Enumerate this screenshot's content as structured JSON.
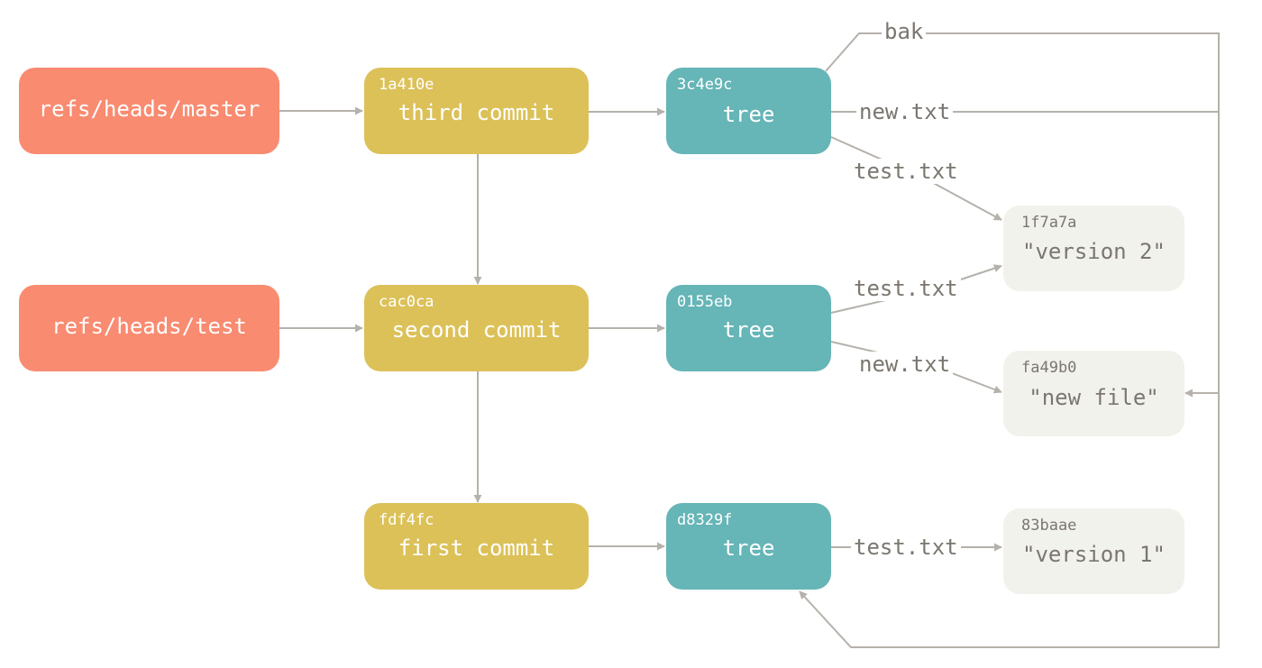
{
  "refs": [
    {
      "id": "master",
      "label": "refs/heads/master"
    },
    {
      "id": "test",
      "label": "refs/heads/test"
    }
  ],
  "commits": [
    {
      "id": "third",
      "sha": "1a410e",
      "label": "third commit"
    },
    {
      "id": "second",
      "sha": "cac0ca",
      "label": "second commit"
    },
    {
      "id": "first",
      "sha": "fdf4fc",
      "label": "first commit"
    }
  ],
  "trees": [
    {
      "id": "t3",
      "sha": "3c4e9c",
      "label": "tree"
    },
    {
      "id": "t2",
      "sha": "0155eb",
      "label": "tree"
    },
    {
      "id": "t1",
      "sha": "d8329f",
      "label": "tree"
    }
  ],
  "blobs": [
    {
      "id": "v2",
      "sha": "1f7a7a",
      "label": "\"version 2\""
    },
    {
      "id": "nf",
      "sha": "fa49b0",
      "label": "\"new file\""
    },
    {
      "id": "v1",
      "sha": "83baae",
      "label": "\"version 1\""
    }
  ],
  "edge_labels": {
    "bak": "bak",
    "t3_new": "new.txt",
    "t3_test": "test.txt",
    "t2_test": "test.txt",
    "t2_new": "new.txt",
    "t1_test": "test.txt"
  },
  "colors": {
    "ref": "#f98b71",
    "commit": "#dcc159",
    "tree": "#66b5b7",
    "blob": "#f2f2ed",
    "arrow": "#b5b1ab",
    "text_dark": "#7b766f"
  }
}
